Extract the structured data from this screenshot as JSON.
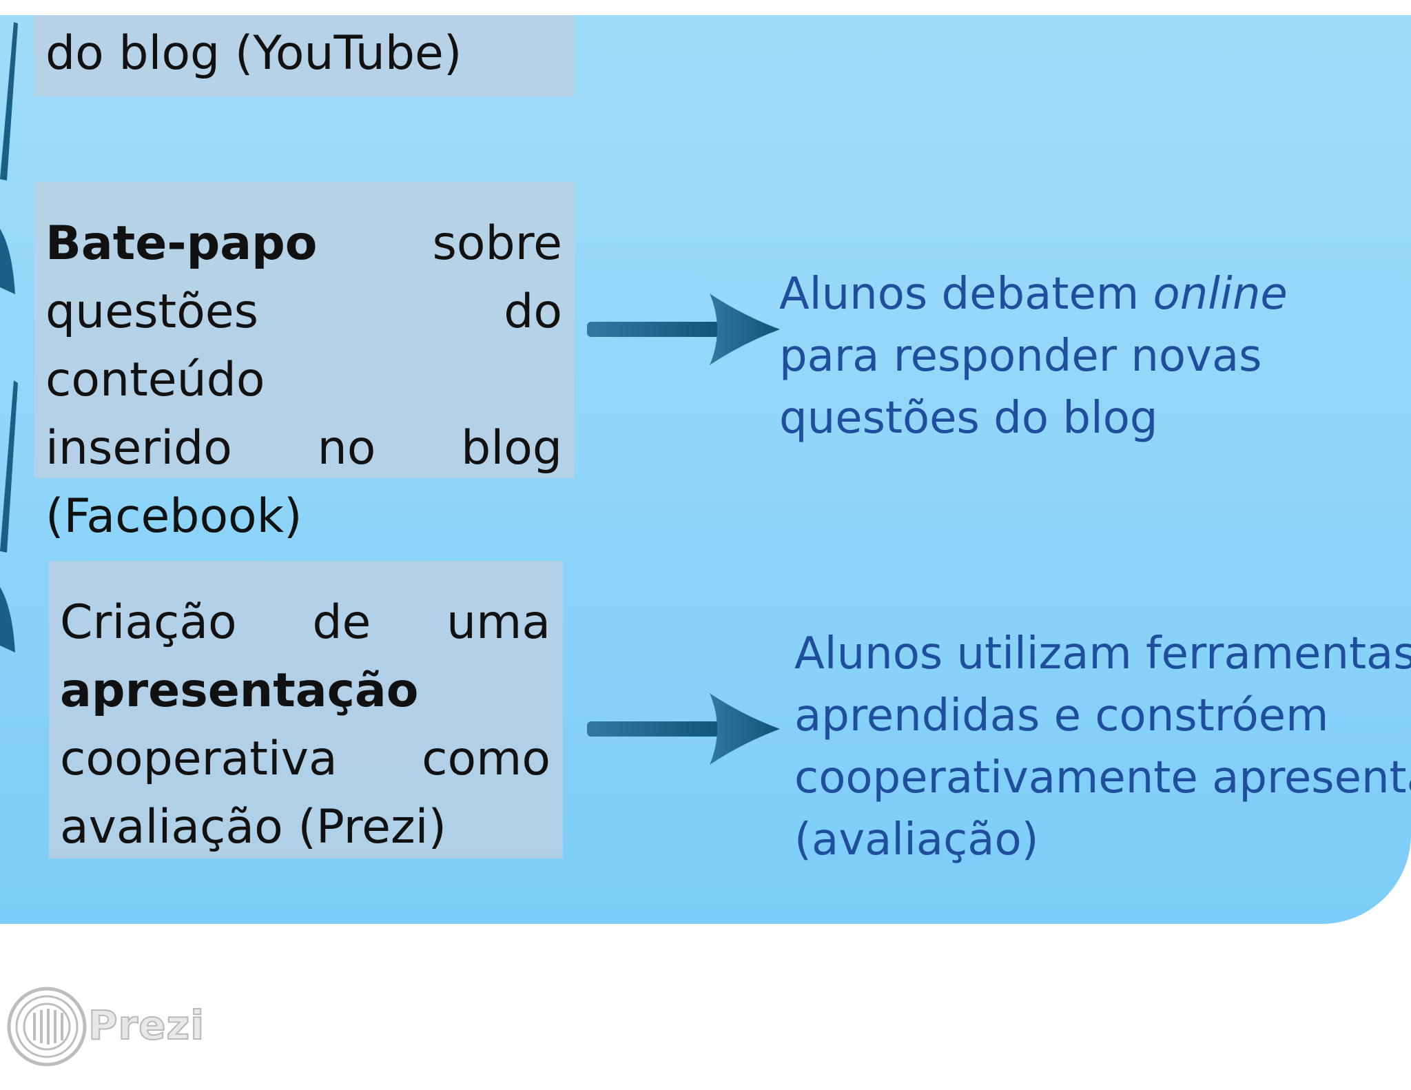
{
  "boxes": {
    "box1": {
      "line1": "do blog (YouTube)"
    },
    "box2": {
      "bold": "Bate-papo",
      "line1_rest": "sobre",
      "line2": "questões do conteúdo",
      "line3": "inserido no blog",
      "line4": "(Facebook)"
    },
    "box3": {
      "line1": "Criação de uma",
      "bold": "apresentação",
      "line3": "cooperativa como",
      "line4": "avaliação (Prezi)"
    }
  },
  "results": {
    "result1": {
      "line1_prefix": "Alunos debatem ",
      "line1_italic": "online",
      "line2": "para responder novas",
      "line3": "questões do blog"
    },
    "result2": {
      "line1": "Alunos utilizam ferramentas",
      "line2": "aprendidas e constróem",
      "line3": "cooperativamente apresentaçã",
      "line4": "(avaliação)"
    }
  },
  "watermark": {
    "brand": "Prezi"
  },
  "colors": {
    "background_top": "#9fdcf8",
    "background_bottom": "#7ccdf9",
    "box_fill": "#bed0e2",
    "result_text": "#1f4f9c",
    "arrow": "#1a5f86"
  }
}
